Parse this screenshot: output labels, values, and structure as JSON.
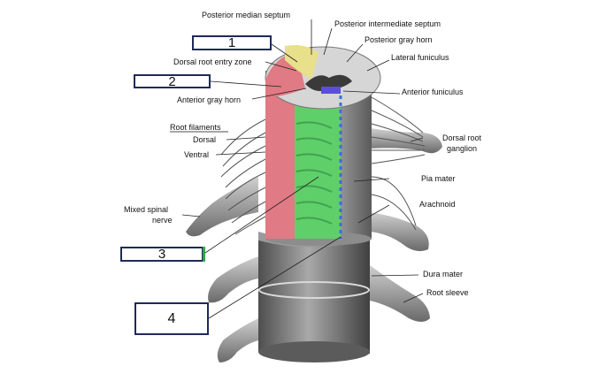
{
  "labels": {
    "posterior_median_septum": "Posterior median septum",
    "posterior_intermediate_septum": "Posterior intermediate septum",
    "posterior_gray_horn": "Posterior gray horn",
    "lateral_funiculus": "Lateral funiculus",
    "dorsal_root_entry_zone": "Dorsal root entry zone",
    "anterior_funiculus": "Anterior funiculus",
    "anterior_gray_horn": "Anterior gray horn",
    "root_filaments": "Root filaments",
    "dorsal": "Dorsal",
    "ventral": "Ventral",
    "dorsal_root_ganglion_line1": "Dorsal root",
    "dorsal_root_ganglion_line2": "ganglion",
    "pia_mater": "Pia mater",
    "arachnoid": "Arachnoid",
    "mixed_spinal_nerve_line1": "Mixed spinal",
    "mixed_spinal_nerve_line2": "nerve",
    "dura_mater": "Dura mater",
    "root_sleeve": "Root sleeve"
  },
  "answer_boxes": [
    "1",
    "2",
    "3",
    "4"
  ],
  "colors": {
    "posterior_column_highlight": "#e8e08a",
    "lateral_column_highlight": "#e07a84",
    "anterior_column_highlight": "#5fcf6a",
    "anterior_funiculus_highlight": "#5b4fd8",
    "boundary_dashes": "#3b6fd6",
    "box_border": "#1f2a5a"
  }
}
